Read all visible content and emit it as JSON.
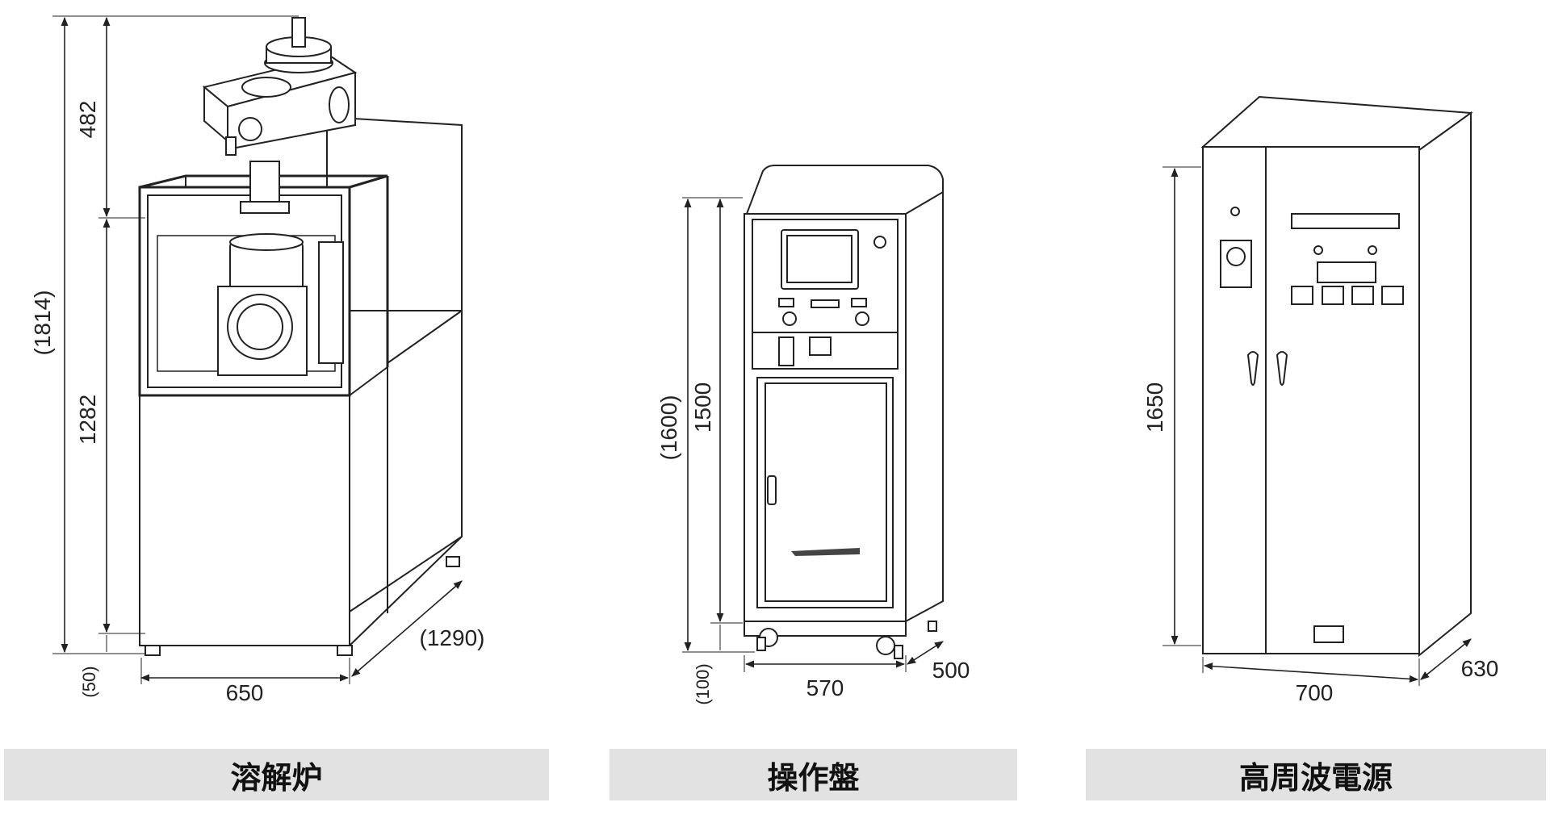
{
  "units": {
    "furnace": {
      "caption": "溶解炉",
      "dims": {
        "total_height": "(1814)",
        "top_part": "482",
        "body_height": "1282",
        "leg": "(50)",
        "width": "650",
        "depth": "(1290)"
      }
    },
    "panel": {
      "caption": "操作盤",
      "dims": {
        "total_height": "(1600)",
        "body_height": "1500",
        "leg": "(100)",
        "width": "570",
        "depth": "500"
      }
    },
    "power": {
      "caption": "高周波電源",
      "dims": {
        "height": "1650",
        "width": "700",
        "depth": "630"
      }
    }
  }
}
